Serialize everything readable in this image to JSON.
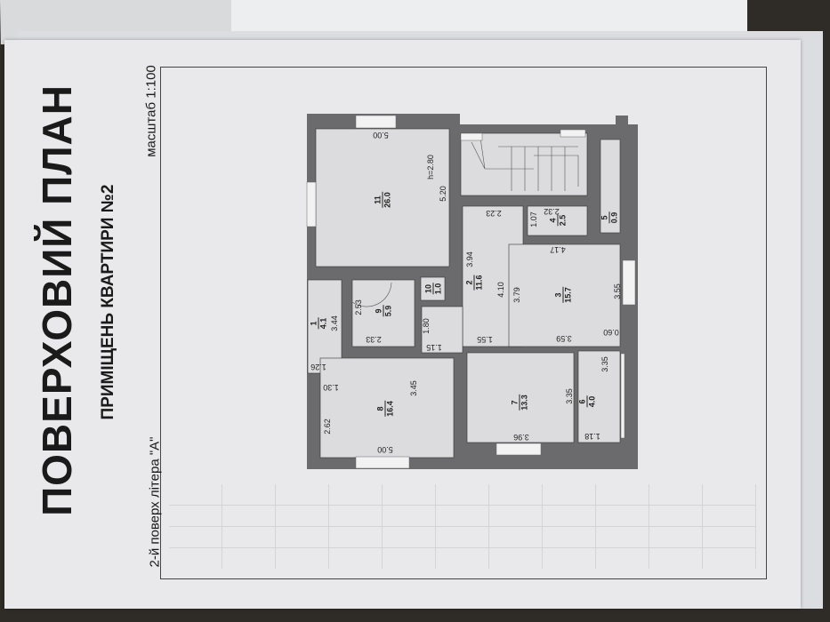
{
  "document": {
    "title": "ПОВЕРХОВИЙ ПЛАН",
    "subtitle": "ПРИМІЩЕНЬ КВАРТИРИ №2",
    "scale": "масштаб 1:100",
    "floor": "2-й поверх  літера \"А\"",
    "ceiling_height": "h=2.80"
  },
  "rooms": [
    {
      "number": "11",
      "area": "26.0"
    },
    {
      "number": "2",
      "area": "11.6"
    },
    {
      "number": "4",
      "area": "2.5"
    },
    {
      "number": "5",
      "area": "0.9"
    },
    {
      "number": "3",
      "area": "15.7"
    },
    {
      "number": "10",
      "area": "1.0"
    },
    {
      "number": "9",
      "area": "5.9"
    },
    {
      "number": "1",
      "area": "4.1"
    },
    {
      "number": "8",
      "area": "16.4"
    },
    {
      "number": "7",
      "area": "13.3"
    },
    {
      "number": "6",
      "area": "4.0"
    }
  ],
  "dims": [
    "5.00",
    "5.20",
    "2.23",
    "3.94",
    "4.10",
    "1.55",
    "1.07",
    "2.32",
    "4.17",
    "3.79",
    "3.55",
    "3.59",
    "0.60",
    "2.53",
    "2.33",
    "3.44",
    "1.26",
    "1.80",
    "1.15",
    "1.30",
    "2.62",
    "3.45",
    "5.00",
    "3.35",
    "3.96",
    "3.35",
    "1.18"
  ]
}
